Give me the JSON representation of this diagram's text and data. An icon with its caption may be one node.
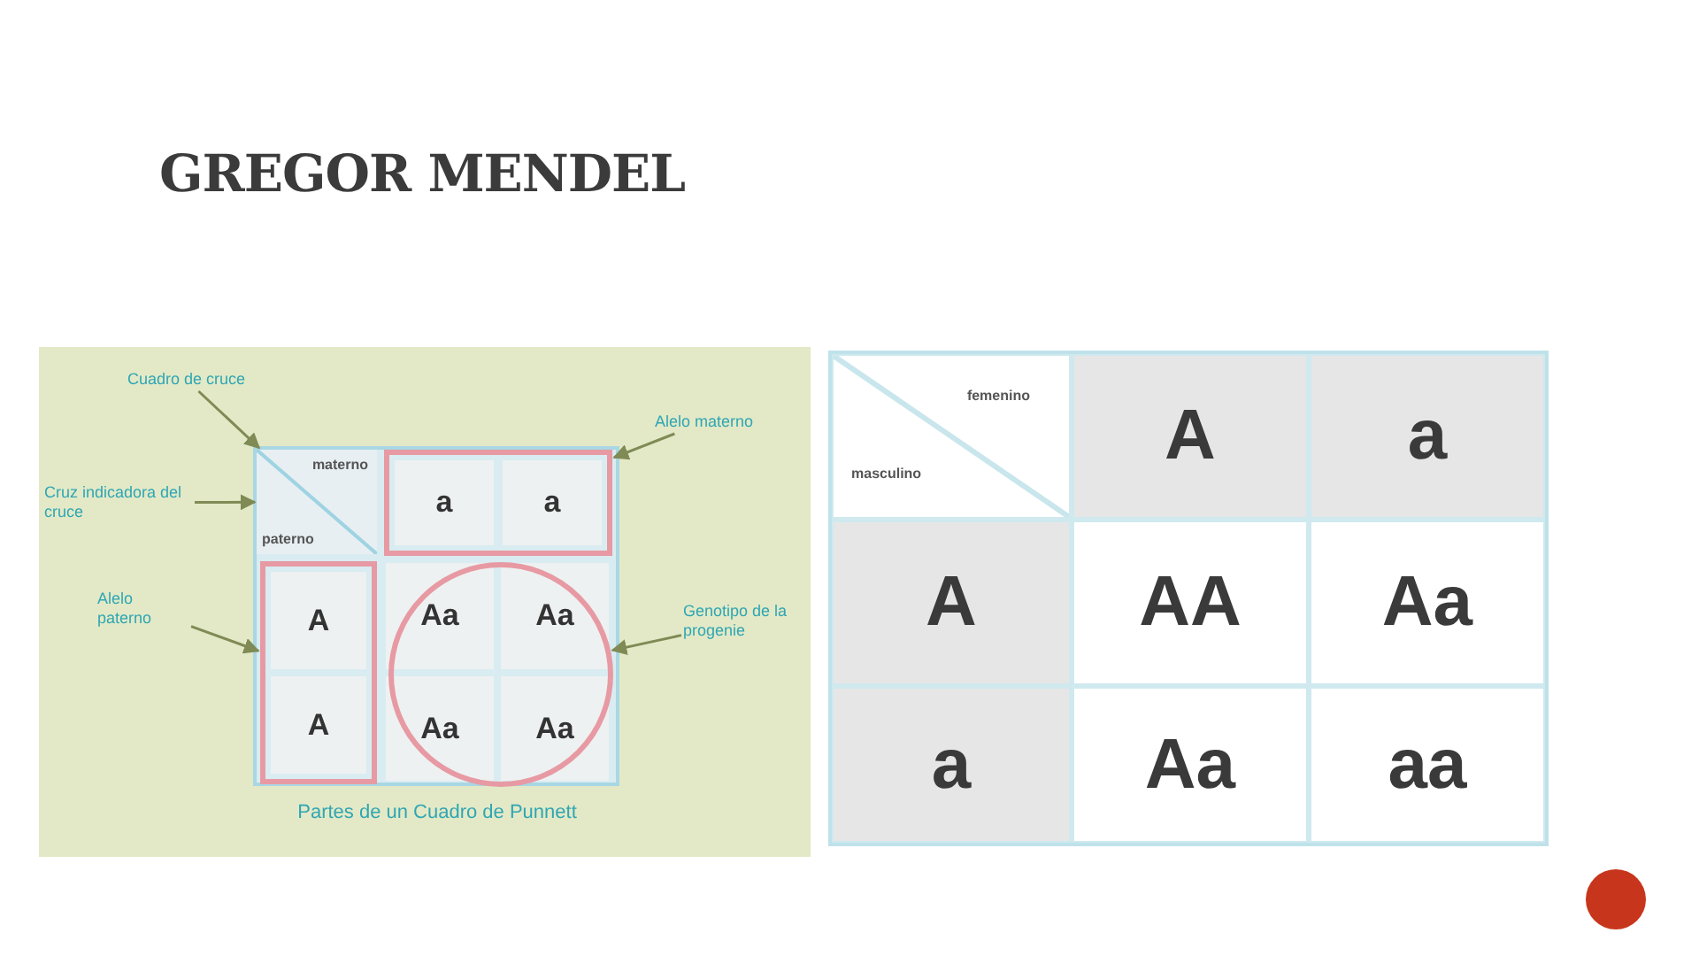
{
  "diagram": {
    "title": "GREGOR MENDEL",
    "nodes": [
      {
        "text": [
          "Cuadro de cruce"
        ]
      },
      {
        "text": [
          "Alelo materno"
        ]
      },
      {
        "text": [
          "materno",
          "paterno"
        ]
      },
      {
        "text": [],
        "shape": "box"
      },
      {
        "text": [
          "Cruz indicadora del cruce"
        ]
      },
      {
        "text": [
          "Alelo paterno"
        ]
      },
      {
        "text": [
          "Genotipo de la progenie"
        ]
      },
      {
        "text": [],
        "shape": "box"
      },
      {
        "text": [],
        "shape": "circle"
      }
    ],
    "edges": [
      {
        "from": 0,
        "to": 2,
        "arrow": "to"
      },
      {
        "from": 1,
        "to": 3,
        "arrow": "to"
      },
      {
        "from": 4,
        "to": 2,
        "arrow": "to"
      },
      {
        "from": 5,
        "to": 7,
        "arrow": "to"
      },
      {
        "from": 6,
        "to": 8,
        "arrow": "to"
      }
    ],
    "labels": [
      "a",
      "a",
      "A",
      "Aa",
      "Aa",
      "A",
      "Aa",
      "Aa",
      "Partes de un Cuadro de Punnett",
      "femenino",
      "masculino",
      "A",
      "a",
      "A",
      "AA",
      "Aa",
      "a",
      "Aa",
      "aa"
    ]
  }
}
